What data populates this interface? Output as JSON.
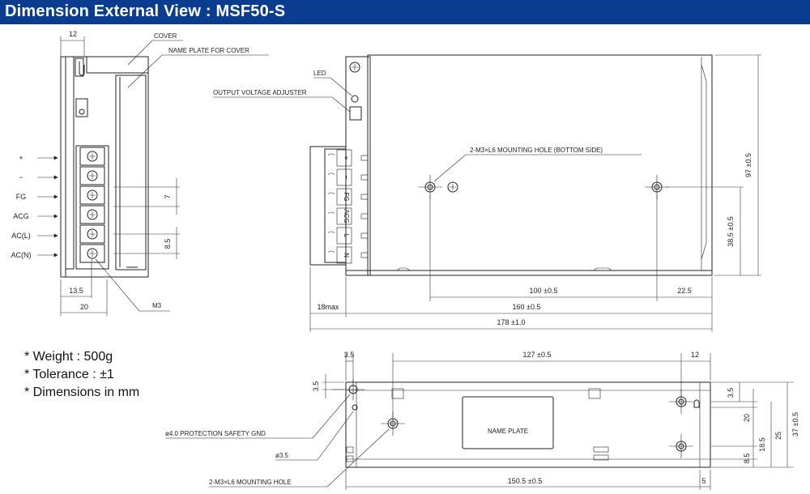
{
  "header": {
    "title": "Dimension External View : MSF50-S"
  },
  "specs": [
    "* Weight : 500g",
    "* Tolerance : ±1",
    "* Dimensions in mm"
  ],
  "side_view": {
    "dims": {
      "top": "12",
      "pitch1": "7",
      "pitch2": "8.5",
      "bottom1": "13.5",
      "bottom2": "20"
    },
    "labels": {
      "cover": "COVER",
      "name_plate_cover": "NAME PLATE FOR COVER",
      "screw": "M3"
    },
    "terminals": [
      "+",
      "−",
      "FG",
      "ACG",
      "AC(L)",
      "AC(N)"
    ]
  },
  "front_view": {
    "labels": {
      "led": "LED",
      "adjuster": "OUTPUT VOLTAGE ADJUSTER",
      "mount_hole": "2-M3×L6 MOUNTING HOLE (BOTTOM SIDE)"
    },
    "block_labels": [
      "+",
      "−",
      "FG",
      "ACG",
      "L",
      "N"
    ],
    "dims": {
      "d100": "100 ±0.5",
      "d22": "22.5",
      "d160": "160 ±0.5",
      "d178": "178 ±1.0",
      "d18": "18max",
      "d97": "97 ±0.5",
      "d38": "38.5 ±0.5"
    }
  },
  "bottom_view": {
    "labels": {
      "gnd": "ø4.0 PROTECTION SAFETY GND",
      "hole": "ø3.5",
      "mount": "2-M3×L6 MOUNTING HOLE",
      "name_plate": "NAME PLATE"
    },
    "dims": {
      "d35a": "3.5",
      "d127": "127 ±0.5",
      "d12": "12",
      "d35b": "3.5",
      "d35c": "3.5",
      "d20": "20",
      "d185": "18.5",
      "d25": "25",
      "d37": "37 ±0.5",
      "d85": "8.5",
      "d1505": "150.5 ±0.5",
      "d5": "5"
    }
  }
}
